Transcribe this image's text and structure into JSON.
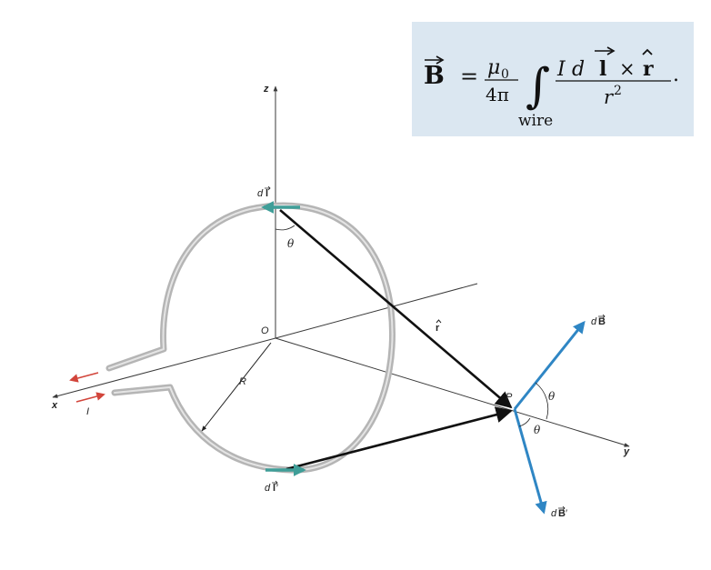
{
  "formula": {
    "lhs": "B",
    "equals": "=",
    "coef_num": "μ",
    "coef_num_sub": "0",
    "coef_den": "4π",
    "integral": "∫",
    "integral_lower": "wire",
    "num_I": "I",
    "num_d": "d",
    "num_l": "l",
    "cross": "×",
    "num_r": "r",
    "den_r": "r",
    "den_exp": "2",
    "period": "."
  },
  "labels": {
    "z_axis": "z",
    "x_axis": "x",
    "y_axis": "y",
    "origin": "O",
    "radius": "R",
    "current": "I",
    "point": "P",
    "theta": "θ",
    "dl_d": "d",
    "dl_l": "l",
    "dl_prime_suffix": "′",
    "r_hat": "r",
    "dB_d": "d",
    "dB_B": "B",
    "dB_prime_suffix": "′"
  },
  "colors": {
    "axis": "#3a3a3a",
    "loop": "#b5b5b5",
    "loop_highlight": "#e4e4e4",
    "current_arrow": "#d2453b",
    "dl_arrow": "#3f9e98",
    "field_arrow": "#2f86c4",
    "r_arrow": "#111111",
    "formula_bg": "#dbe7f1"
  }
}
